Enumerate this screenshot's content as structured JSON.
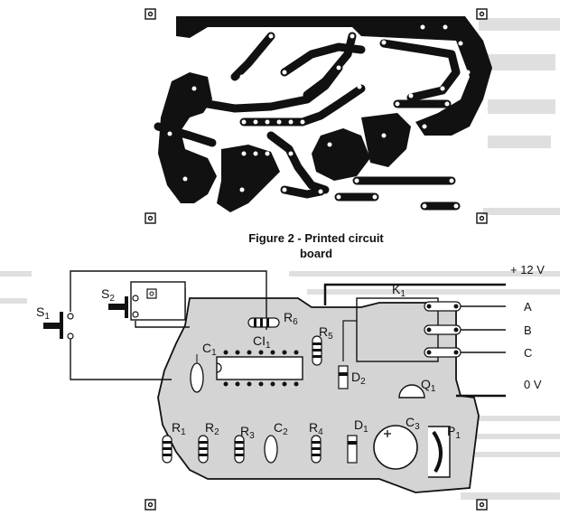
{
  "caption": {
    "line1": "Figure 2 - Printed circuit",
    "line2": "board"
  },
  "components": {
    "s1": {
      "main": "S",
      "sub": "1"
    },
    "s2": {
      "main": "S",
      "sub": "2"
    },
    "k1": {
      "main": "K",
      "sub": "1"
    },
    "r6": {
      "main": "R",
      "sub": "6"
    },
    "ci1": {
      "main": "CI",
      "sub": "1"
    },
    "r5": {
      "main": "R",
      "sub": "5"
    },
    "c1": {
      "main": "C",
      "sub": "1"
    },
    "d2": {
      "main": "D",
      "sub": "2"
    },
    "q1": {
      "main": "Q",
      "sub": "1"
    },
    "r1": {
      "main": "R",
      "sub": "1"
    },
    "r2": {
      "main": "R",
      "sub": "2"
    },
    "r3": {
      "main": "R",
      "sub": "3"
    },
    "c2": {
      "main": "C",
      "sub": "2"
    },
    "r4": {
      "main": "R",
      "sub": "4"
    },
    "d1": {
      "main": "D",
      "sub": "1"
    },
    "c3": {
      "main": "C",
      "sub": "3"
    },
    "p1": {
      "main": "P",
      "sub": "1"
    }
  },
  "terminals": {
    "plus12v": "+ 12 V",
    "a": "A",
    "b": "B",
    "c": "C",
    "zero_v": "0 V"
  }
}
